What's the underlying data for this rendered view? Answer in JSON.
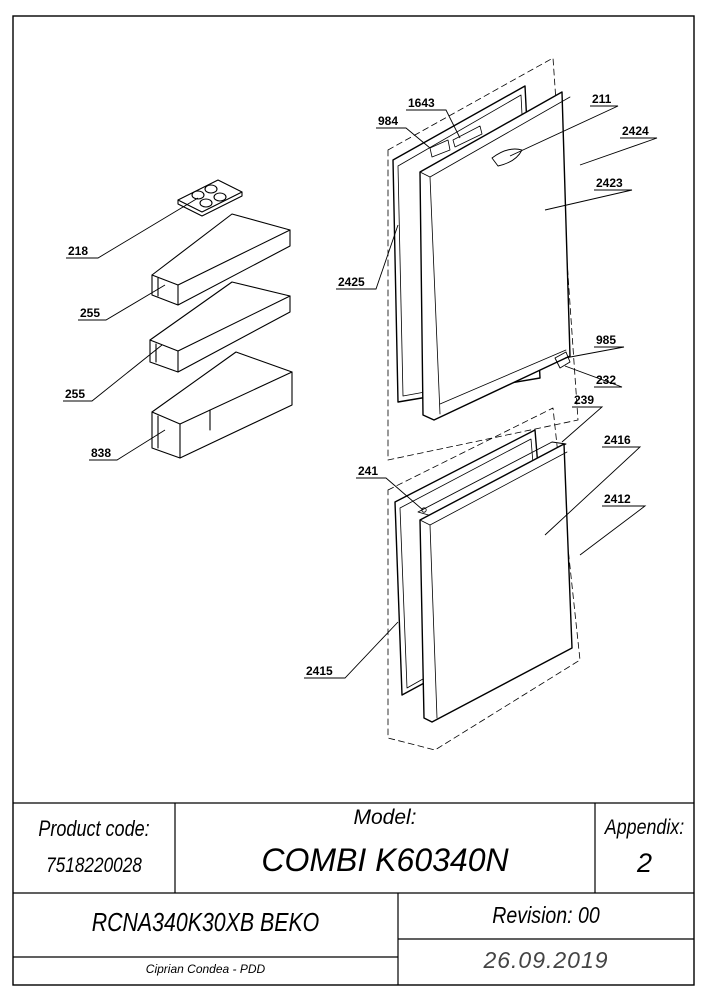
{
  "callouts": {
    "c984": "984",
    "c1643": "1643",
    "c211": "211",
    "c2424": "2424",
    "c2423": "2423",
    "c218": "218",
    "c2425": "2425",
    "c255a": "255",
    "c255b": "255",
    "c985": "985",
    "c232": "232",
    "c239": "239",
    "c838": "838",
    "c2416": "2416",
    "c241": "241",
    "c2412": "2412",
    "c2415": "2415"
  },
  "title_block": {
    "product_code_label": "Product code:",
    "product_code_value": "7518220028",
    "model_label": "Model:",
    "model_value": "COMBI K60340N",
    "appendix_label": "Appendix:",
    "appendix_value": "2",
    "variant": "RCNA340K30XB BEKO",
    "revision": "Revision: 00",
    "author": "Ciprian Condea - PDD",
    "date": "26.09.2019"
  }
}
